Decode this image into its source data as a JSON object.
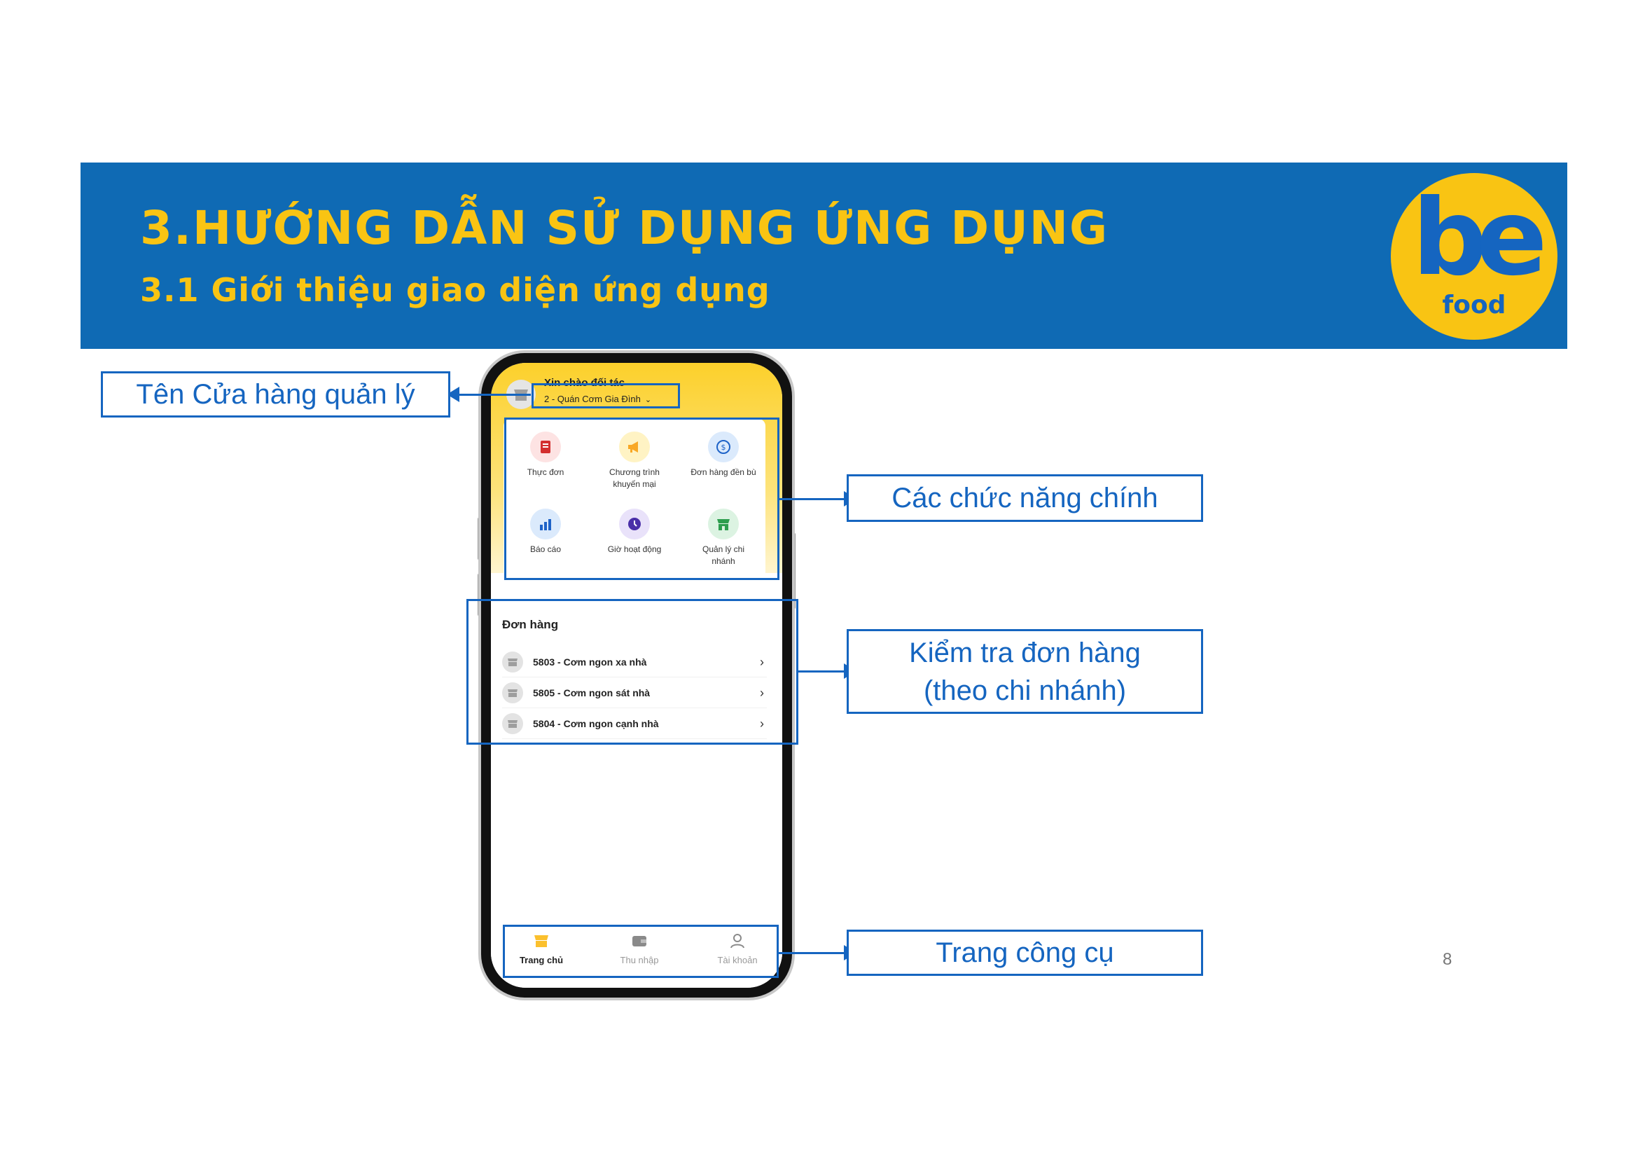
{
  "slide": {
    "title": "3.HƯỚNG DẪN SỬ DỤNG ỨNG DỤNG",
    "subtitle": "3.1 Giới thiệu giao diện ứng dụng",
    "page_number": "8",
    "logo": {
      "main": "be",
      "sub": "food"
    },
    "colors": {
      "banner": "#0f6ab4",
      "accent": "#f9c413",
      "callout": "#1565c0"
    }
  },
  "callouts": {
    "store_name": "Tên Cửa hàng quản lý",
    "main_functions": "Các chức năng chính",
    "check_orders_line1": "Kiểm tra đơn hàng",
    "check_orders_line2": "(theo chi nhánh)",
    "tool_page": "Trang công cụ"
  },
  "app": {
    "greeting": "Xin chào đối tác",
    "store_selector": "2 - Quán Cơm Gia Đình",
    "features": [
      {
        "label": "Thực đơn",
        "icon": "menu-icon"
      },
      {
        "label": "Chương trình khuyến mại",
        "icon": "megaphone-icon"
      },
      {
        "label": "Đơn hàng đền bù",
        "icon": "refund-icon"
      },
      {
        "label": "Báo cáo",
        "icon": "report-chart-icon"
      },
      {
        "label": "Giờ hoạt động",
        "icon": "clock-icon"
      },
      {
        "label": "Quản lý chi nhánh",
        "icon": "store-icon"
      }
    ],
    "orders_title": "Đơn hàng",
    "orders": [
      {
        "label": "5803 - Cơm ngon xa nhà"
      },
      {
        "label": "5805 - Cơm ngon sát nhà"
      },
      {
        "label": "5804 - Cơm ngon cạnh nhà"
      }
    ],
    "tabs": [
      {
        "label": "Trang chủ",
        "icon": "home-store-icon"
      },
      {
        "label": "Thu nhập",
        "icon": "wallet-icon"
      },
      {
        "label": "Tài khoản",
        "icon": "user-icon"
      }
    ]
  }
}
